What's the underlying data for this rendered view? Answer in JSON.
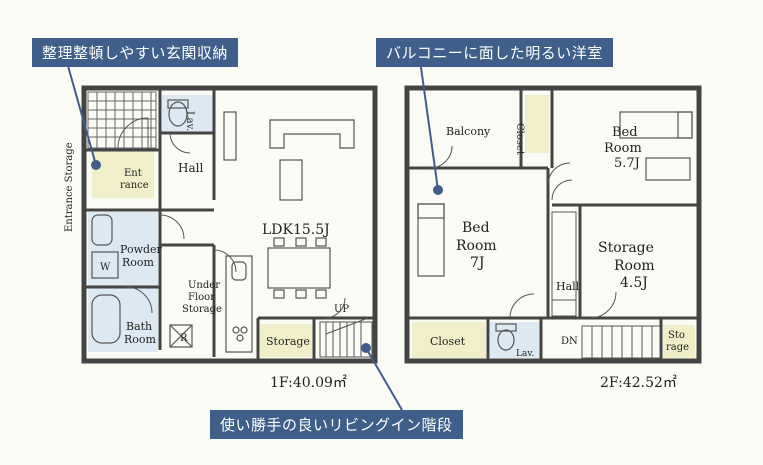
{
  "callouts": {
    "entrance_storage": "整理整頓しやすい玄関収納",
    "balcony_room": "バルコニーに面した明るい洋室",
    "living_stairs": "使い勝手の良いリビングイン階段"
  },
  "floor1": {
    "area": "1F:40.09㎡",
    "rooms": {
      "ldk": "LDK15.5J",
      "hall": "Hall",
      "lav": "Lav.",
      "entrance": [
        "Ent",
        "rance"
      ],
      "entrance_storage": "Entrance Storage",
      "powder_room": [
        "Powder",
        "Room"
      ],
      "washer": "W",
      "bath_room": [
        "Bath",
        "Room"
      ],
      "under_floor_storage": [
        "Under",
        "Floor",
        "Storage"
      ],
      "storage": "Storage",
      "fridge": "R",
      "up": "UP"
    }
  },
  "floor2": {
    "area": "2F:42.52㎡",
    "rooms": {
      "balcony": "Balcony",
      "closet_top": "Closet",
      "bed_room_5": [
        "Bed",
        "Room",
        "5.7J"
      ],
      "bed_room_7": [
        "Bed",
        "Room",
        "7J"
      ],
      "storage_room": [
        "Storage",
        "Room",
        "4.5J"
      ],
      "hall": "Hall",
      "closet_bottom": "Closet",
      "lav": "Lav.",
      "dn": "DN",
      "storage": [
        "Sto",
        "rage"
      ]
    }
  },
  "colors": {
    "wall": "#444444",
    "callout_bg": "#3f5f8a",
    "wet_area": "#dde9f2",
    "closet": "#f1efc9",
    "pointer": "#3f5f8a"
  }
}
